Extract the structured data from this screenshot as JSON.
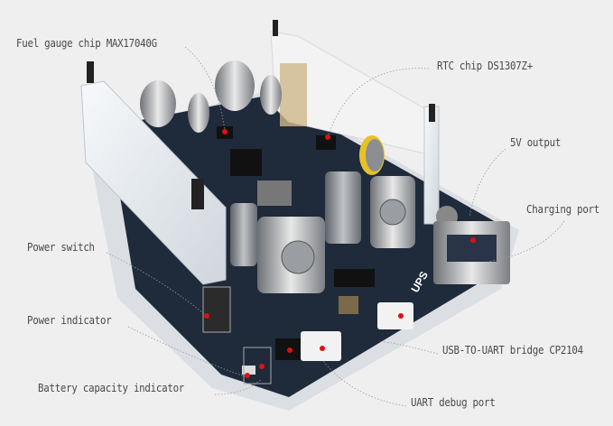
{
  "labels": {
    "fuel_gauge": "Fuel gauge chip MAX17040G",
    "rtc": "RTC chip DS1307Z+",
    "output_5v": "5V output",
    "charging_port": "Charging port",
    "power_switch": "Power switch",
    "power_indicator": "Power indicator",
    "usb_uart": "USB-TO-UART bridge CP2104",
    "battery_capacity": "Battery capacity indicator",
    "uart_debug": "UART debug port"
  },
  "board_marking": "UPS",
  "colors": {
    "background": "#efefef",
    "board": "#1f2a3a",
    "marker": "#e01010",
    "label": "#4a4a4a"
  }
}
